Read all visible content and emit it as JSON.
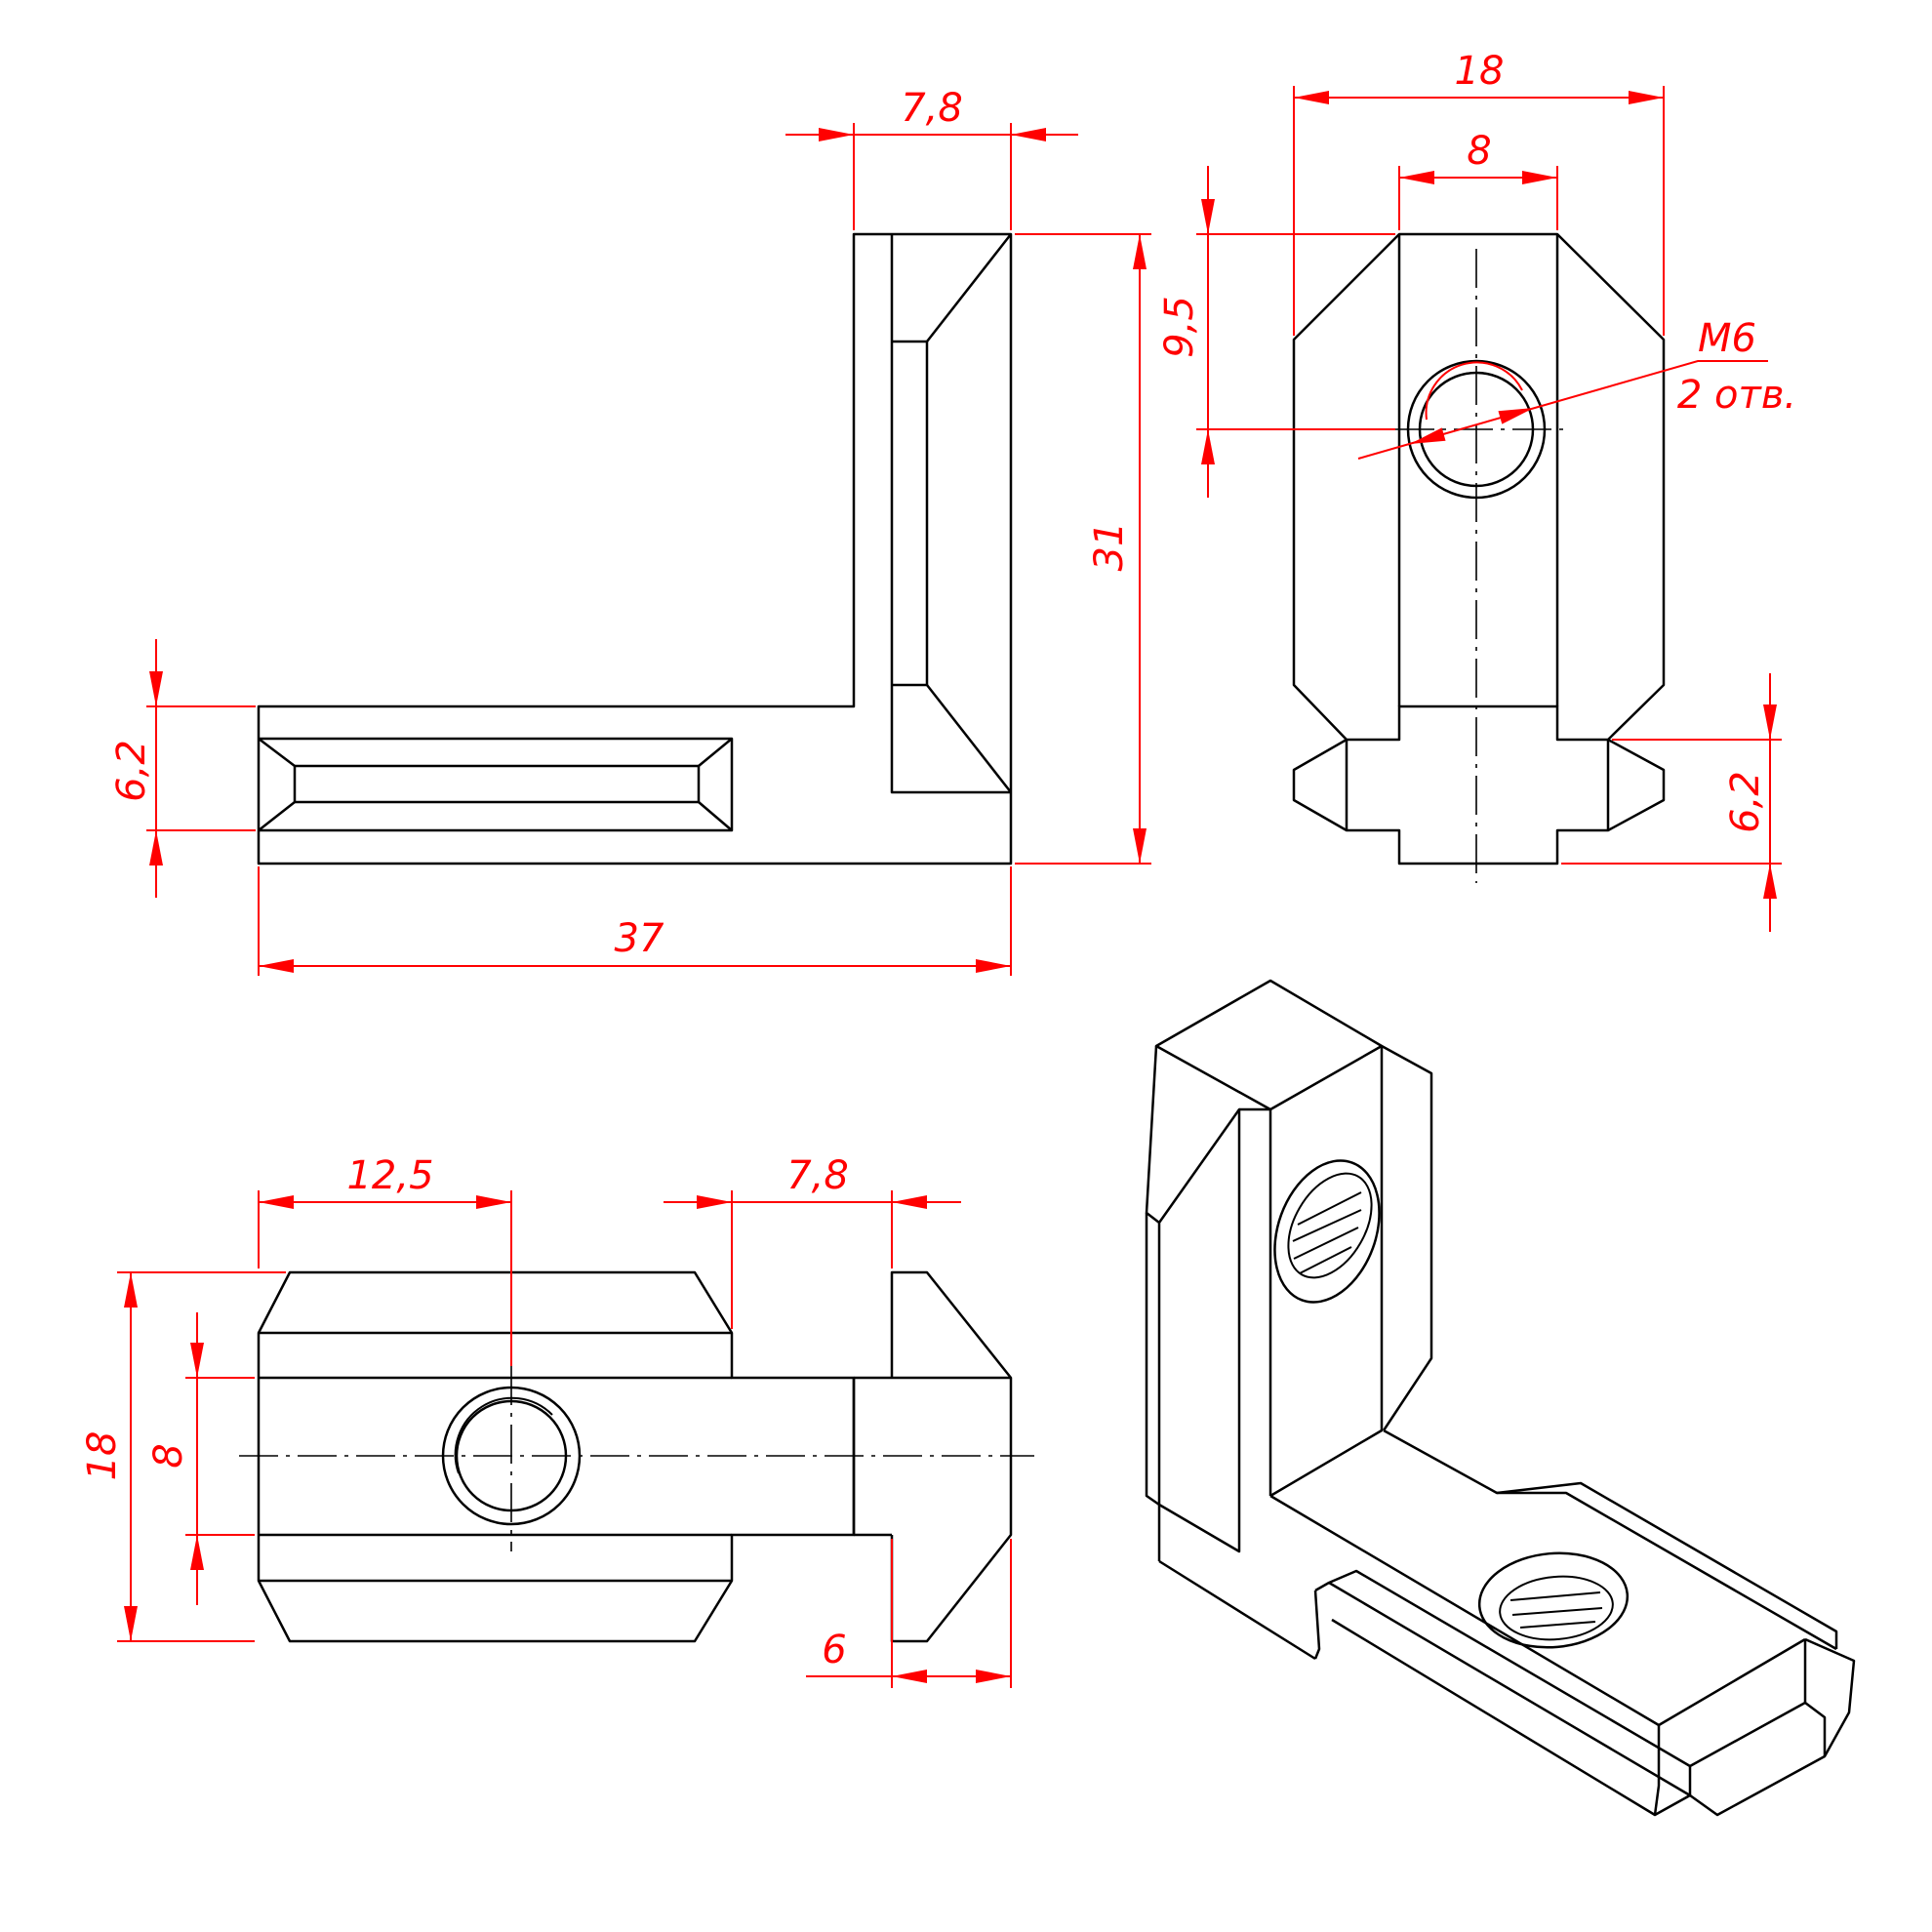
{
  "front_view": {
    "dim_top_width": "7,8",
    "dim_height": "31",
    "dim_leg_thickness": "6,2",
    "dim_length": "37"
  },
  "side_view": {
    "dim_width": "18",
    "dim_core_width": "8",
    "dim_hole_height": "9,5",
    "thread_callout": "M6",
    "hole_count_note": "2 отв.",
    "dim_leg_thickness": "6,2"
  },
  "top_view": {
    "dim_hole_offset": "12,5",
    "dim_end_width": "7,8",
    "dim_width": "18",
    "dim_core_width": "8",
    "dim_tip_width": "6"
  },
  "colors": {
    "outline": "#000000",
    "dimension": "#ff0000"
  }
}
